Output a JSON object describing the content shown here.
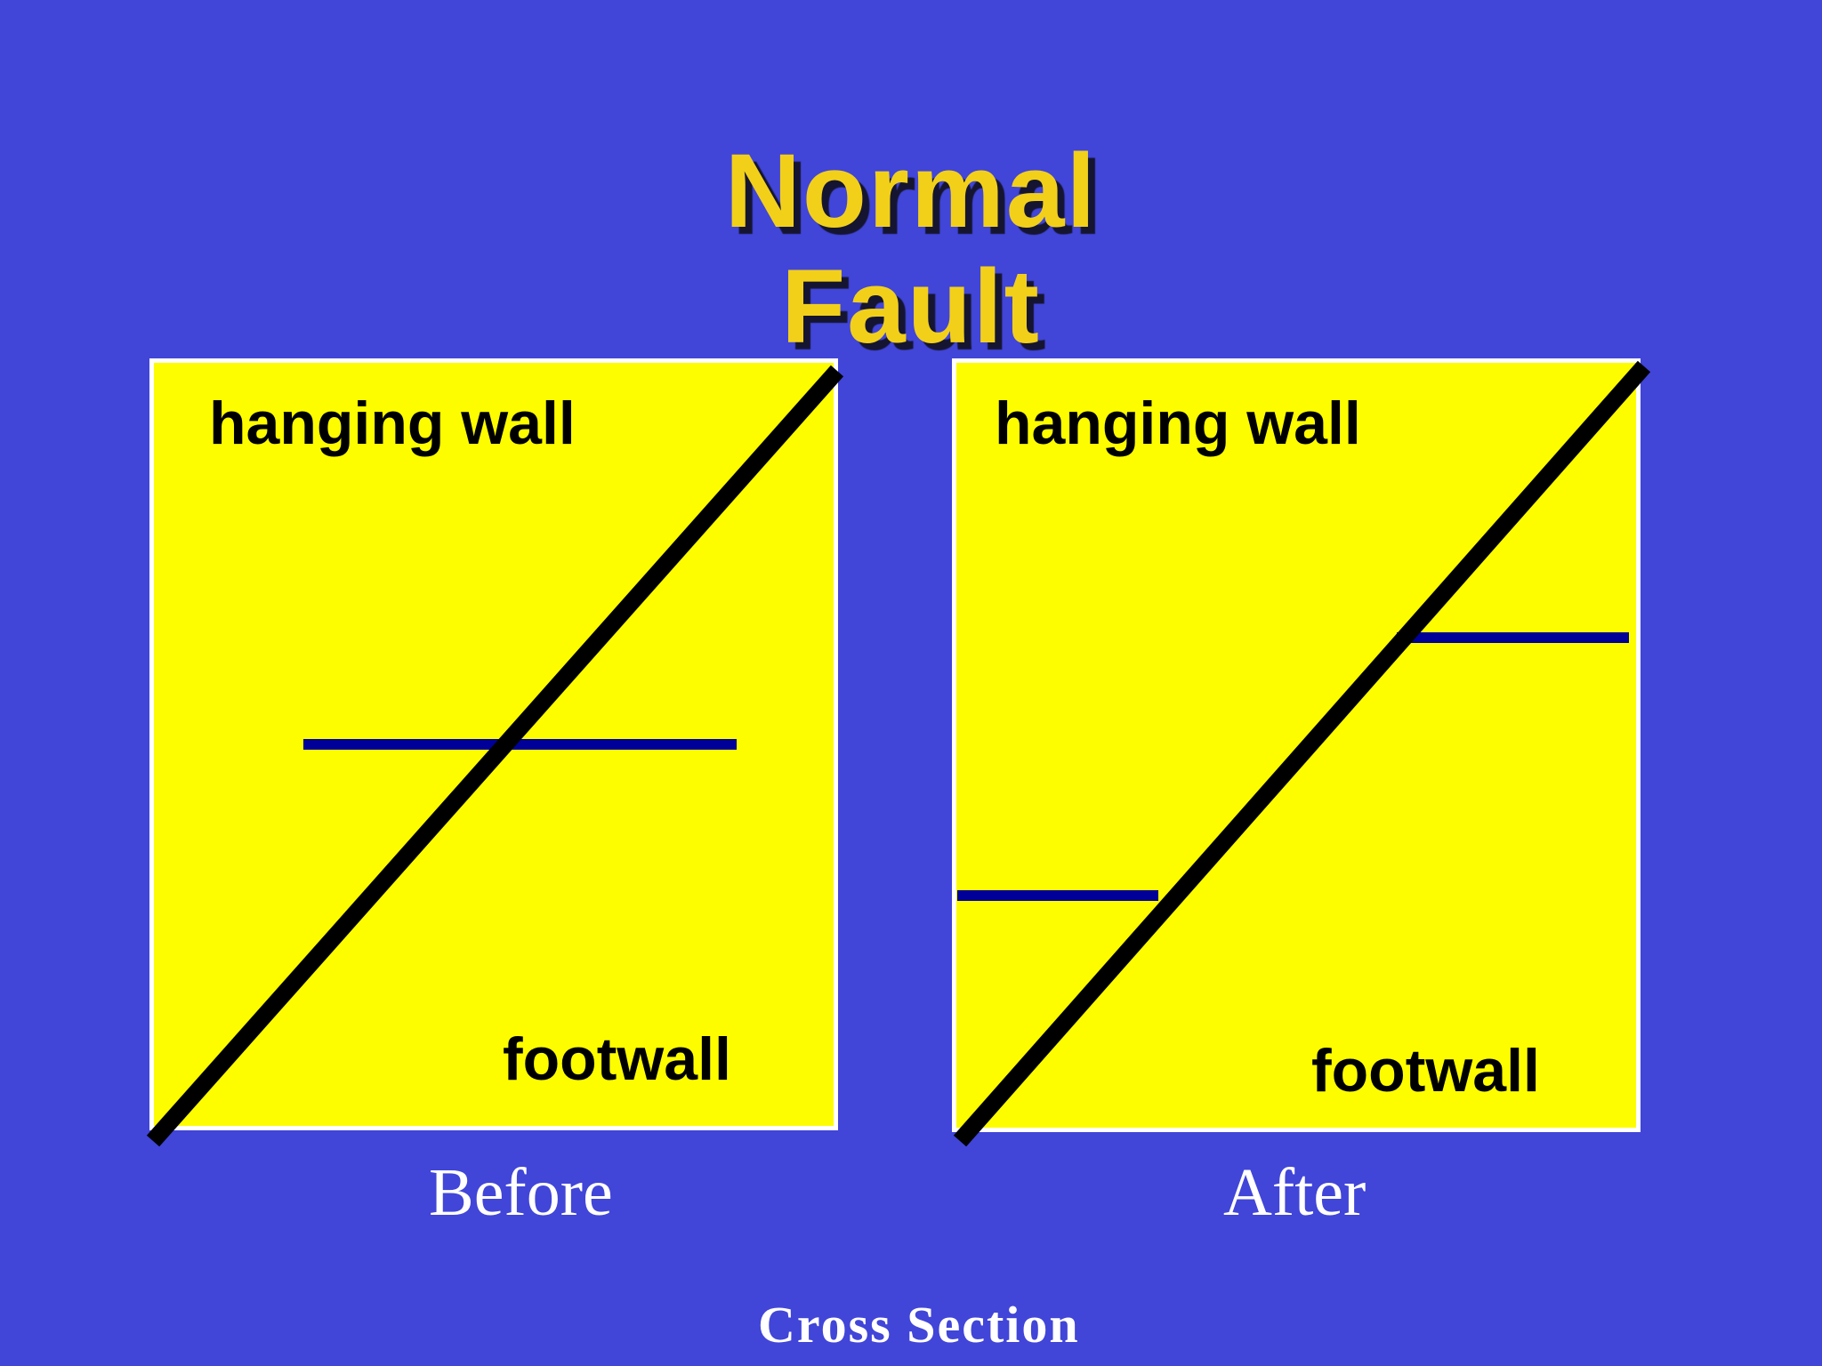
{
  "slide": {
    "background_color": "#4145D8",
    "title": {
      "line1": "Normal",
      "line2": "Fault",
      "color": "#F2D01A",
      "shadow_color": "#14141A"
    },
    "panels": [
      {
        "caption": "Before",
        "hanging_wall_label": "hanging wall",
        "footwall_label": "footwall",
        "fill_color": "#FDFD00",
        "border_color": "#FFFFFF"
      },
      {
        "caption": "After",
        "hanging_wall_label": "hanging wall",
        "footwall_label": "footwall",
        "fill_color": "#FDFD00",
        "border_color": "#FFFFFF"
      }
    ],
    "fault_line_color": "#000000",
    "marker_bed_color": "#000099",
    "caption_color": "#FFFFFF",
    "footer": "Cross Section"
  }
}
